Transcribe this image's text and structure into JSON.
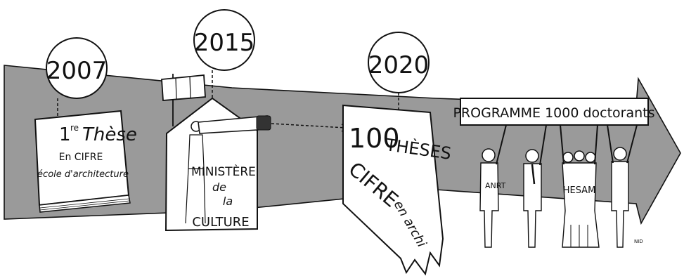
{
  "palette": {
    "band": "#9a9a9a",
    "ink": "#111111",
    "paper": "#ffffff"
  },
  "milestones": [
    {
      "year": "2007",
      "book": {
        "line1": "1",
        "sup": "re",
        "line1b": "Thèse",
        "line2": "En CIFRE",
        "line3": "école d'architecture"
      }
    },
    {
      "year": "2015",
      "house": {
        "line1": "MINISTÈRE",
        "line2": "de",
        "line3": "la",
        "line4": "CULTURE"
      },
      "icons": [
        "flag-icon",
        "telescope-icon",
        "person-icon"
      ]
    },
    {
      "year": "2020",
      "banner": {
        "line1": "100",
        "line2": "THÈSES",
        "line3": "CIFRE",
        "line4": "en archi"
      }
    }
  ],
  "programme": {
    "sign": "PROGRAMME 1000 doctorants",
    "badges": [
      "ANRT",
      "HESAM"
    ]
  },
  "signature": "NID"
}
